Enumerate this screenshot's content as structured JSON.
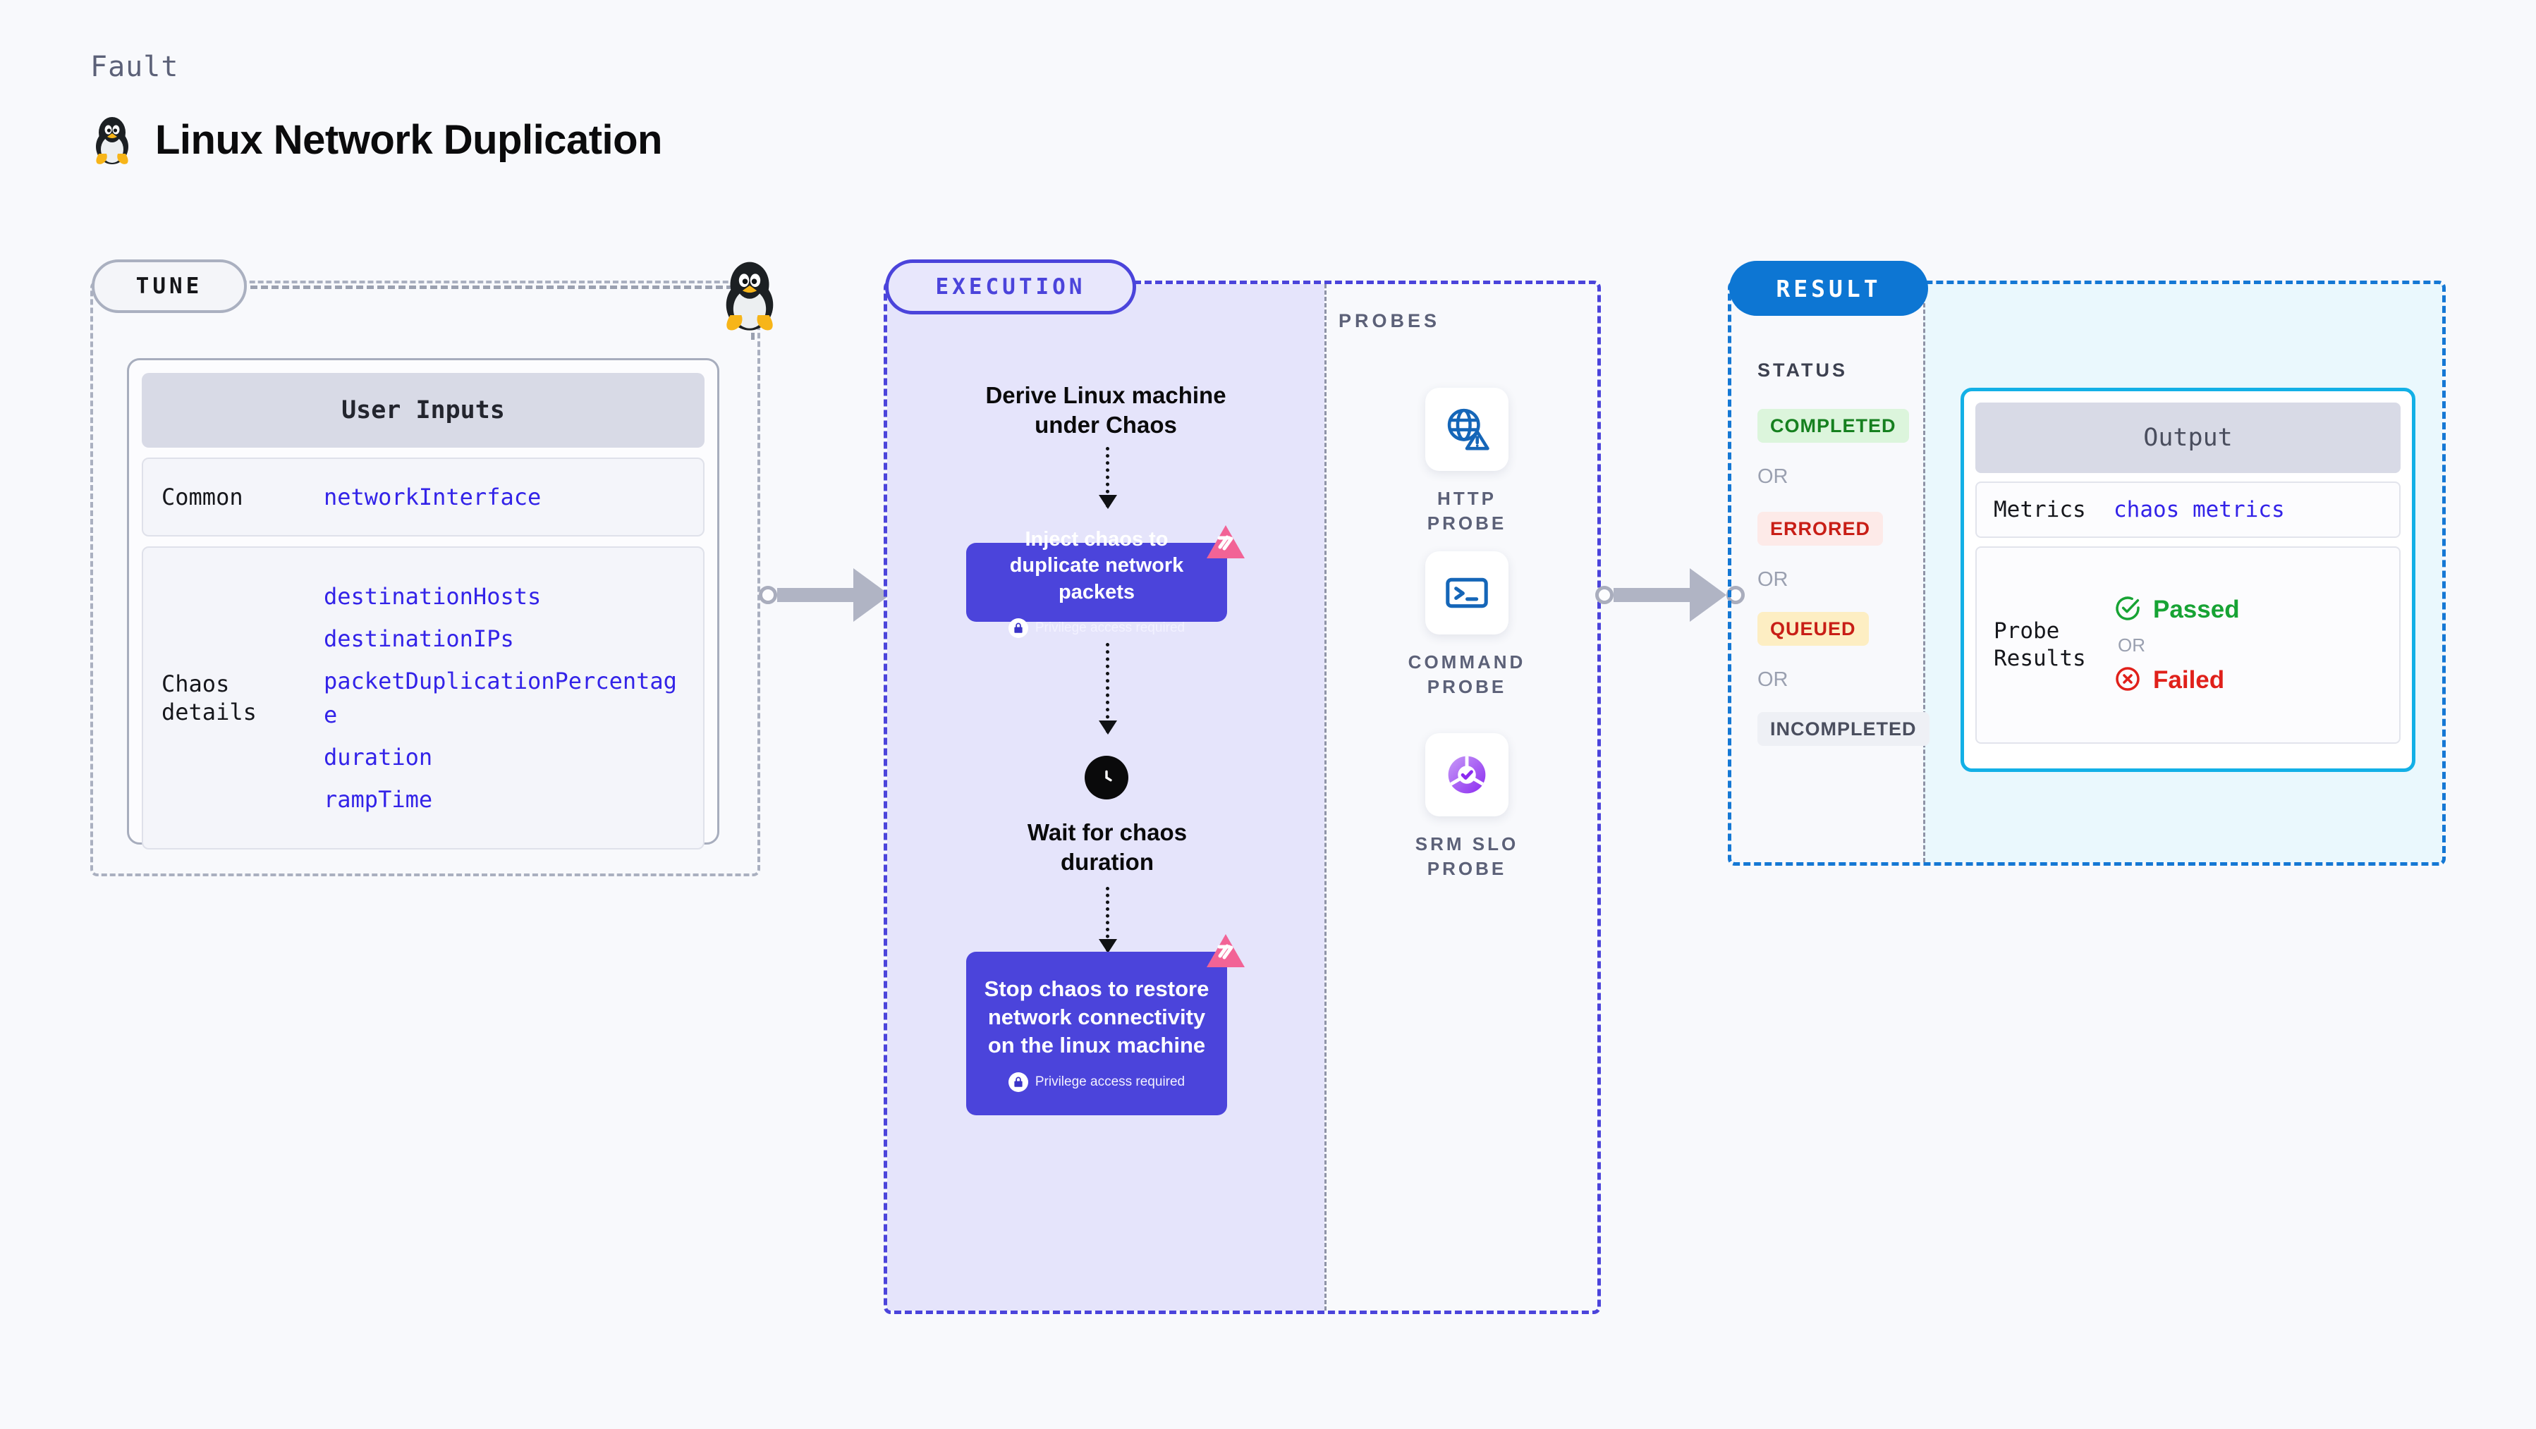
{
  "header": {
    "kicker": "Fault",
    "title": "Linux Network Duplication",
    "icon": "linux-tux-icon"
  },
  "tune": {
    "pill_label": "TUNE",
    "card_title": "User Inputs",
    "rows": [
      {
        "key": "Common",
        "values": [
          "networkInterface"
        ]
      },
      {
        "key": "Chaos details",
        "values": [
          "destinationHosts",
          "destinationIPs",
          "packetDuplicationPercentage",
          "duration",
          "rampTime"
        ]
      }
    ]
  },
  "execution": {
    "pill_label": "EXECUTION",
    "step1_title": "Derive Linux machine under Chaos",
    "step2_title": "Inject chaos to duplicate network packets",
    "step2_privilege": "Privilege access required",
    "step3_title": "Wait for chaos duration",
    "step3_icon": "clock-icon",
    "step4_title": "Stop chaos to restore network connectivity on the linux machine",
    "step4_privilege": "Privilege access required"
  },
  "probes": {
    "section_label": "PROBES",
    "items": [
      {
        "label": "HTTP PROBE",
        "icon": "globe-warning-icon"
      },
      {
        "label": "COMMAND PROBE",
        "icon": "terminal-icon"
      },
      {
        "label": "SRM SLO PROBE",
        "icon": "slo-donut-check-icon"
      }
    ]
  },
  "result": {
    "pill_label": "RESULT",
    "status_label": "STATUS",
    "or_label": "OR",
    "statuses": [
      {
        "label": "COMPLETED",
        "fg": "#16801f",
        "bg": "#dcf5dc"
      },
      {
        "label": "ERRORED",
        "fg": "#c81e16",
        "bg": "#fdeae8"
      },
      {
        "label": "QUEUED",
        "fg": "#c81e16",
        "bg": "#fdeec3"
      },
      {
        "label": "INCOMPLETED",
        "fg": "#4a4e5e",
        "bg": "#eef0f5"
      }
    ],
    "output": {
      "title": "Output",
      "metrics_key": "Metrics",
      "metrics_value": "chaos metrics",
      "probe_key": "Probe Results",
      "passed_label": "Passed",
      "failed_label": "Failed",
      "or_label": "OR",
      "passed_icon": "check-circle-icon",
      "failed_icon": "x-circle-icon"
    }
  },
  "colors": {
    "chaos_purple": "#4b44db",
    "execution_bg": "#e5e4fb",
    "result_blue": "#0d76d3",
    "output_border": "#13b0e6",
    "litmus_pink": "#f26396"
  }
}
